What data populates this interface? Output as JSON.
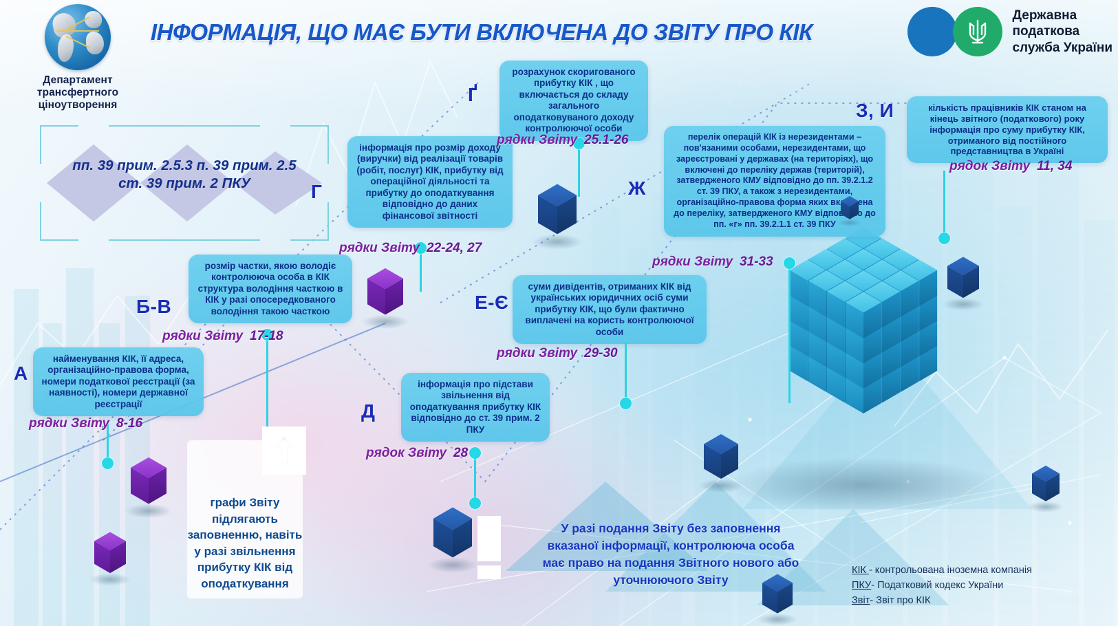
{
  "header": {
    "title": "ІНФОРМАЦІЯ, ЩО МАЄ БУТИ ВКЛЮЧЕНА ДО ЗВІТУ ПРО КІК",
    "left_brand": "Департамент\nтрансфертного\nціноутворення",
    "left_brand_line1": "Департамент",
    "left_brand_line2": "трансфертного",
    "left_brand_line3": "ціноутворення",
    "right_brand_line1": "Державна",
    "right_brand_line2": "податкова",
    "right_brand_line3": "служба України",
    "globe_icon": "globe-icon",
    "tryzub_icon": "tryzub-icon"
  },
  "legal": {
    "line1": "пп. 39 прим. 2.5.3 п. 39 прим. 2.5",
    "line2": "ст. 39 прим. 2 ПКУ"
  },
  "cards": [
    {
      "id": "a",
      "letter": "А",
      "text": "найменування КІК, її адреса, організаційно-правова форма, номери податкової реєстрації (за наявності), номери державної реєстрації",
      "row_label": "рядки Звіту",
      "row_numbers": "8-16"
    },
    {
      "id": "b-v",
      "letter": "Б-В",
      "text": "розмір частки, якою володіє контролююча особа в КІК структура володіння часткою в КІК у разі опосередкованого володіння такою часткою",
      "row_label": "рядки Звіту",
      "row_numbers": "17-18"
    },
    {
      "id": "g",
      "letter": "Г",
      "text": "інформація про розмір доходу (виручки) від реалізації товарів (робіт, послуг) КІК, прибутку від операційної діяльності та прибутку до оподаткування відповідно до даних фінансової звітності",
      "row_label": "рядки Звіту",
      "row_numbers": "22-24, 27"
    },
    {
      "id": "g-ukr",
      "letter": "Ґ",
      "text": "розрахунок скоригованого прибутку КІК , що включається до складу загального оподатковуваного доходу контролюючої особи",
      "row_label": "рядки Звіту",
      "row_numbers": "25.1-26"
    },
    {
      "id": "d",
      "letter": "Д",
      "text": "інформація про підстави звільнення від оподаткування прибутку КІК відповідно до ст. 39 прим. 2 ПКУ",
      "row_label": "рядок Звіту",
      "row_numbers": "28"
    },
    {
      "id": "e-ie",
      "letter": "Е-Є",
      "text": "суми дивідентів, отриманих КІК від українських юридичних осіб суми прибутку КІК, що були фактично виплачені  на користь контролюючої особи",
      "row_label": "рядки Звіту",
      "row_numbers": "29-30"
    },
    {
      "id": "zh",
      "letter": "Ж",
      "text": "перелік операцій КІК із нерезидентами – пов'язаними особами, нерезидентами, що зареєстровані у державах (на територіях), що включені до переліку держав (територій), затвердженого КМУ відповідно до пп. 39.2.1.2 ст. 39 ПКУ, а також з нерезидентами, організаційно-правова форма яких включена до переліку, затвердженого КМУ  відповідно до пп. «г» пп. 39.2.1.1  ст. 39 ПКУ",
      "row_label": "рядки Звіту",
      "row_numbers": "31-33"
    },
    {
      "id": "z-i",
      "letter": "З, И",
      "text": "кількість працівників КІК станом на кінець звітного (податкового) року інформація про суму прибутку КІК, отриманого від постійного представництва  в Україні",
      "row_label": "рядок Звіту",
      "row_numbers": "11, 34"
    }
  ],
  "white_note": {
    "text": "графи Звіту підлягають заповненню, навіть у разі звільнення прибутку КІК від оподаткування",
    "arrow_icon": "up-arrow-icon"
  },
  "bottom_note": {
    "exclamation_icon": "exclamation-mark-icon",
    "text": "У разі подання Звіту без заповнення вказаної інформації,  контролююча особа має право на подання Звітного нового або уточнюючого Звіту"
  },
  "legend": [
    {
      "term": "КІК ",
      "definition": "- контрольована іноземна компанія"
    },
    {
      "term": "ПКУ",
      "definition": "- Податковий кодекс України"
    },
    {
      "term": "Звіт",
      "definition": "- Звіт про КІК"
    }
  ],
  "colors": {
    "title": "#1757c9",
    "card_bg": "#5ec8ea",
    "card_text": "#0d2f8a",
    "letter": "#1a2bb5",
    "row_label": "#7d1f9e",
    "pin": "#25d8e6",
    "brand_blue": "#1874bd",
    "brand_green": "#20ab6b"
  }
}
